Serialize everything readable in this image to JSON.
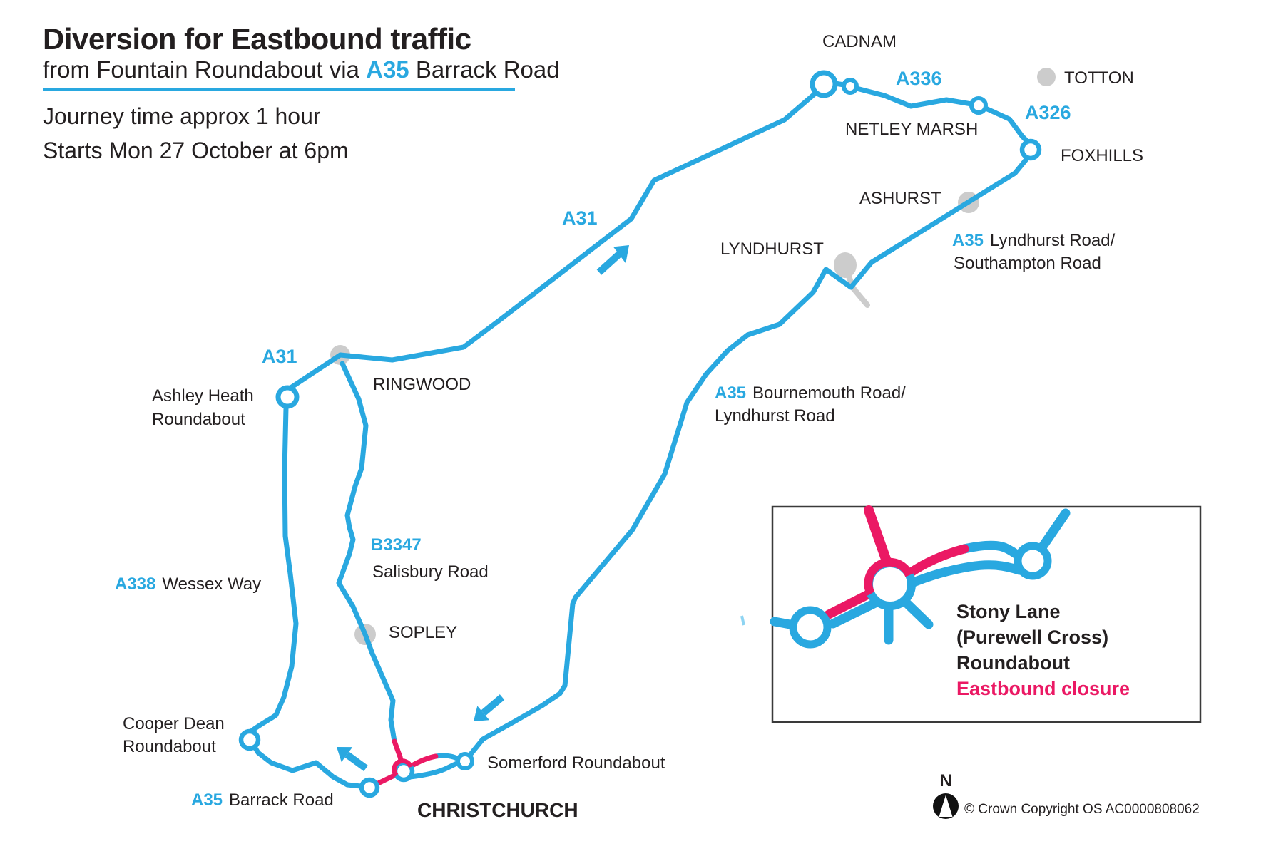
{
  "colors": {
    "blue": "#29a8e0",
    "pink": "#eb1964",
    "gray": "#cccccc",
    "ink": "#231f20"
  },
  "header": {
    "title": "Diversion for Eastbound traffic",
    "subtitle_pre": "from Fountain Roundabout via",
    "subtitle_road": "A35",
    "subtitle_post": "Barrack Road",
    "journey": "Journey time approx 1 hour",
    "starts": "Starts Mon 27 October at 6pm"
  },
  "map": {
    "cadnam": "CADNAM",
    "totton": "TOTTON",
    "a336": "A336",
    "a326": "A326",
    "netley_marsh": "NETLEY MARSH",
    "foxhills": "FOXHILLS",
    "ashurst": "ASHURST",
    "a35_lyndhurst": {
      "road": "A35",
      "line1": "Lyndhurst Road/",
      "line2": "Southampton Road"
    },
    "lyndhurst": "LYNDHURST",
    "a31_upper": "A31",
    "a35_bournemouth": {
      "road": "A35",
      "line1": "Bournemouth Road/",
      "line2": "Lyndhurst Road"
    },
    "a31_lower": "A31",
    "ringwood": "RINGWOOD",
    "ashley_heath": {
      "line1": "Ashley Heath",
      "line2": "Roundabout"
    },
    "a338": {
      "road": "A338",
      "text": "Wessex Way"
    },
    "b3347": {
      "road": "B3347",
      "text": "Salisbury Road"
    },
    "sopley": "SOPLEY",
    "cooper_dean": {
      "line1": "Cooper Dean",
      "line2": "Roundabout"
    },
    "a35_barrack": {
      "road": "A35",
      "text": "Barrack Road"
    },
    "christchurch": "CHRISTCHURCH",
    "somerford": "Somerford Roundabout"
  },
  "inset": {
    "line1": "Stony Lane",
    "line2": "(Purewell Cross)",
    "line3": "Roundabout",
    "line4": "Eastbound closure"
  },
  "compass": {
    "label": "N"
  },
  "footer": {
    "copyright": "© Crown Copyright OS AC0000808062"
  }
}
